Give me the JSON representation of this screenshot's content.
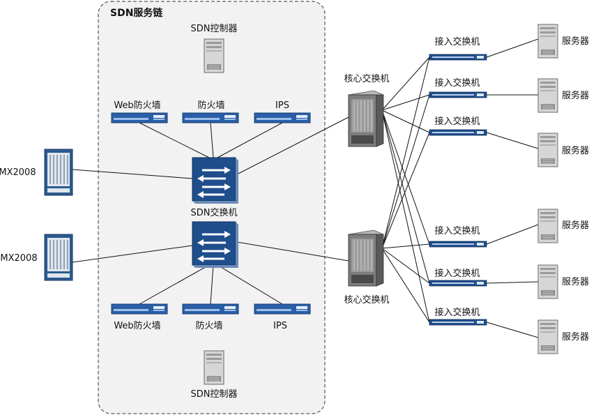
{
  "group": {
    "title": "SDN服务链"
  },
  "labels": {
    "controller_top": "SDN控制器",
    "controller_bottom": "SDN控制器",
    "sdn_switch": "SDN交换机",
    "mx_top": "MX2008",
    "mx_bottom": "MX2008",
    "core_top": "核心交换机",
    "core_bottom": "核心交换机",
    "appliances_top": [
      "Web防火墙",
      "防火墙",
      "IPS"
    ],
    "appliances_bottom": [
      "Web防火墙",
      "防火墙",
      "IPS"
    ],
    "access": [
      "接入交换机",
      "接入交换机",
      "接入交换机",
      "接入交换机",
      "接入交换机",
      "接入交换机"
    ],
    "servers": [
      "服务器",
      "服务器",
      "服务器",
      "服务器",
      "服务器",
      "服务器"
    ]
  },
  "colors": {
    "switch_blue": "#1f4e8c",
    "appliance_blue": "#2a5fa8",
    "group_fill": "#f2f2f2",
    "server_gray": "#cfcfcf",
    "chassis_gray": "#8a8a8a"
  },
  "icons": [
    "server-icon",
    "appliance-icon",
    "sdn-switch-icon",
    "router-chassis-icon",
    "core-switch-icon",
    "access-switch-icon"
  ]
}
